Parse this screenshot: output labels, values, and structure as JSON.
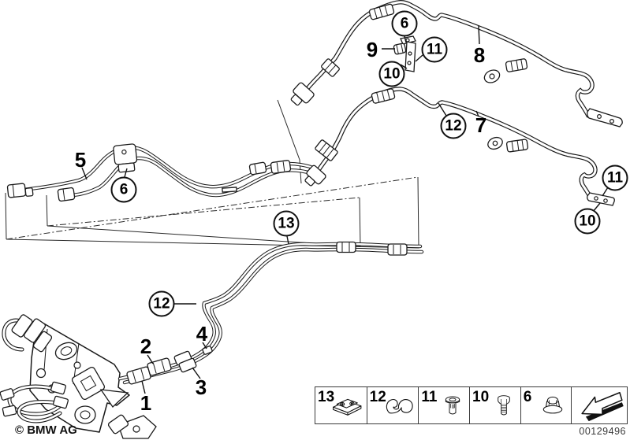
{
  "diagram_title": "pipe-and-hose-parts-diagram",
  "colors": {
    "line": "#1a1a1a",
    "background": "#ffffff"
  },
  "callouts": [
    {
      "id": "callout-1",
      "label": "1",
      "shape": "plain"
    },
    {
      "id": "callout-2",
      "label": "2",
      "shape": "plain"
    },
    {
      "id": "callout-3",
      "label": "3",
      "shape": "plain"
    },
    {
      "id": "callout-4",
      "label": "4",
      "shape": "plain"
    },
    {
      "id": "callout-5",
      "label": "5",
      "shape": "plain"
    },
    {
      "id": "callout-6-mid",
      "label": "6",
      "shape": "circle"
    },
    {
      "id": "callout-6-top",
      "label": "6",
      "shape": "circle"
    },
    {
      "id": "callout-7",
      "label": "7",
      "shape": "plain"
    },
    {
      "id": "callout-8",
      "label": "8",
      "shape": "plain"
    },
    {
      "id": "callout-9",
      "label": "9",
      "shape": "plain"
    },
    {
      "id": "callout-10-top",
      "label": "10",
      "shape": "circle"
    },
    {
      "id": "callout-11-top",
      "label": "11",
      "shape": "circle"
    },
    {
      "id": "callout-12-upper",
      "label": "12",
      "shape": "circle"
    },
    {
      "id": "callout-12-lower",
      "label": "12",
      "shape": "circle"
    },
    {
      "id": "callout-13",
      "label": "13",
      "shape": "circle"
    },
    {
      "id": "callout-10-right",
      "label": "10",
      "shape": "circle"
    },
    {
      "id": "callout-11-right",
      "label": "11",
      "shape": "circle"
    }
  ],
  "legend": {
    "items": [
      {
        "label": "13",
        "icon": "pipe-clamp-icon"
      },
      {
        "label": "12",
        "icon": "pipe-clip-icon"
      },
      {
        "label": "11",
        "icon": "rivet-icon"
      },
      {
        "label": "10",
        "icon": "bolt-icon"
      },
      {
        "label": "6",
        "icon": "flange-nut-icon"
      },
      {
        "label": "",
        "icon": "direction-arrow-icon"
      }
    ]
  },
  "footer": {
    "copyright": "© BMW AG",
    "document_number": "00129496"
  }
}
